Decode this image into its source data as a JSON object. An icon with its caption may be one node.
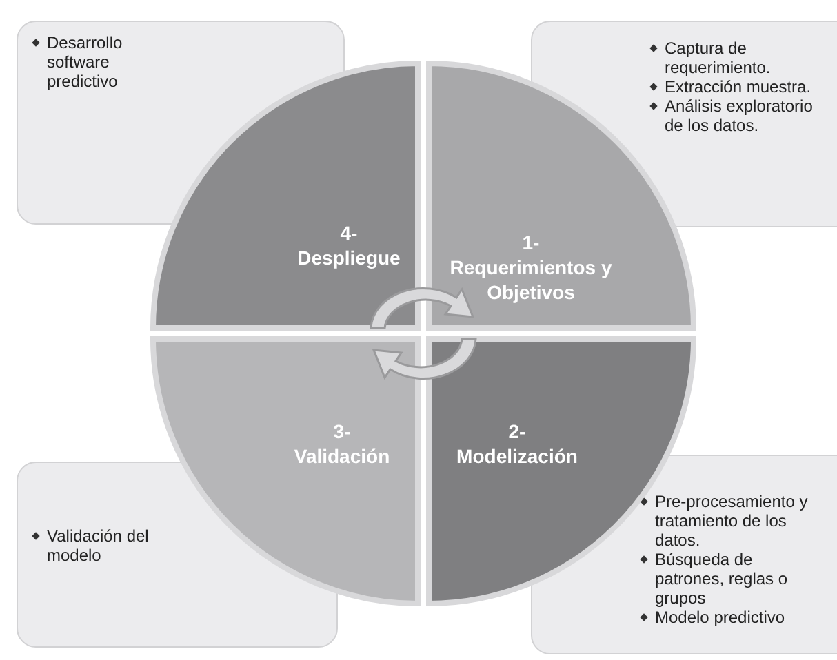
{
  "diagram": {
    "nodes": [
      {
        "text": [
          "Desarrollo software predictivo"
        ]
      },
      {
        "text": [
          "Captura de requerimiento.",
          "Extracción muestra.",
          "Análisis exploratorio de los datos."
        ]
      },
      {
        "text": [
          "4-",
          "Despliegue"
        ]
      },
      {
        "text": [
          "1-",
          "Requerimientos y Objetivos"
        ]
      },
      {
        "text": [
          "3-",
          "Validación"
        ]
      },
      {
        "text": [
          "2-",
          "Modelización"
        ]
      },
      {
        "text": [
          "Validación del modelo"
        ]
      },
      {
        "text": [
          "Pre-procesamiento y tratamiento de los datos.",
          "Búsqueda de patrones, reglas o grupos",
          "Modelo predictivo"
        ]
      }
    ]
  }
}
